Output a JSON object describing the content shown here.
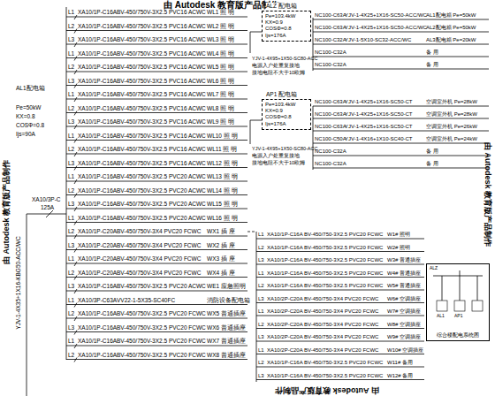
{
  "diagram": {
    "nodes": [
      {
        "text": [
          "ALZ 配电箱",
          "Pe=103.4kW KX=0.9 COSΦ=0.8 Ijs=176A"
        ]
      },
      {
        "text": [
          "AP1 配电箱",
          "Pe=103.4kW KX=0.9 COSΦ=0.8 Ijs=176A"
        ]
      },
      {
        "text": [
          "综合楼配电系统图"
        ]
      }
    ],
    "labels": [
      "由 Autodesk 教育版产品制作",
      "由 Autodesk 教育版产品制作",
      "由 Autodesk 教育版产品制作",
      "由 Autodesk 教育版产品制作",
      "AL1配电箱",
      "Pe=50kW",
      "KX=0.8",
      "COSΦ=0.8",
      "Ijs=90A",
      "XA10/3P-C",
      "125A",
      "YJV-1-4X35+1X16-KBG50-ACC/WC",
      "L1",
      "XA10/1P-C16A",
      "BV-450/750V-3X2.5 PVC16 ACWC",
      "WL1 照 明",
      "L2",
      "XA10/1P-C16A",
      "BV-450/750V-3X2.5 PVC16 ACWC",
      "WL2 照 明",
      "L3",
      "XA10/1P-C16A",
      "BV-450/750V-3X2.5 PVC16 ACWC",
      "WL3 照 明",
      "L1",
      "XA10/1P-C16A",
      "BV-450/750V-3X2.5 PVC16 ACWC",
      "WL4 照 明",
      "L2",
      "XA10/1P-C16A",
      "BV-450/750V-3X2.5 PVC16 ACWC",
      "WL5 照 明",
      "L3",
      "XA10/1P-C16A",
      "BV-450/750V-3X2.5 PVC16 ACWC",
      "WL6 照 明",
      "L1",
      "XA10/1P-C16A",
      "BV-450/750V-3X2.5 PVC16 ACWC",
      "WL7 照 明",
      "L2",
      "XA10/1P-C16A",
      "BV-450/750V-3X2.5 PVC16 ACWC",
      "WL8 照 明",
      "L3",
      "XA10/1P-C16A",
      "BV-450/750V-3X2.5 PVC16 ACWC",
      "WL9 照 明",
      "L1",
      "XA10/1P-C16A",
      "BV-450/750V-3X2.5 PVC16 ACWC",
      "WL10 照 明",
      "L2",
      "XA10/1P-C16A",
      "BV-450/750V-3X2.5 PVC16 ACWC",
      "WL11 照 明",
      "L3",
      "XA10/1P-C16A",
      "BV-450/750V-3X2.5 PVC16 ACWC",
      "WL12 照 明",
      "L1",
      "XA10/1P-C16A",
      "BV-450/750V-3X2.5 PVC20 ACWC",
      "WL13 照 明",
      "L2",
      "XA10/1P-C16A",
      "BV-450/750V-3X2.5 PVC20 ACWC",
      "WL14 照 明",
      "L3",
      "XA10/1P-C16A",
      "BV-450/750V-3X2.5 PVC20 ACWC",
      "WL15 照 明",
      "L1",
      "XA10/1P-C16A",
      "BV-450/750V-3X2.5 PVC20 ACWC",
      "WL16 照 明",
      "L2",
      "XA10/1P-C20A",
      "BV-450/750V-3X4 PVC20 FCWC",
      "WX1 插 座",
      "L3",
      "XA10/1P-C20A",
      "BV-450/750V-3X4 PVC20 FCWC",
      "WX2 插 座",
      "L1",
      "XA10/1P-C20A",
      "BV-450/750V-3X4 PVC20 FCWC",
      "WX3 插 座",
      "L2",
      "XA10/1P-C20A",
      "BV-450/750V-3X4 PVC20 FCWC",
      "WX4 插 座",
      "L3",
      "XA10/1P-C16A",
      "BV-450/750V-3X2.5 PVC20 ACWC",
      "WE1 应急照明",
      "L1",
      "XA10/3P-C63A",
      "VV22-1-5X35-SC40FC",
      "消防设备配电箱",
      "L2",
      "XA10/1P-C16A",
      "BV-450/750V-3X2.5 PVC20 FCWC",
      "WX5 普通插座",
      "L3",
      "XA10/1P-C16A",
      "BV-450/750V-3X2.5 PVC20 FCWC",
      "WX6 普通插座",
      "L1",
      "XA10/1P-C16A",
      "BV-450/750V-3X2.5 PVC20 FCWC",
      "WX7 普通插座",
      "L2",
      "XA10/1P-C16A",
      "BV-450/750V-3X2.5 PVC20 FCWC",
      "WX8 普通插座",
      "L1",
      "XA10/1P-C16A",
      "BV-450/750-3X2.5 PVC20 FCWC",
      "W1# 照明",
      "L2",
      "XA10/1P-C16A",
      "BV-450/750-3X2.5 PVC20 FCWC",
      "W2# 照明",
      "L3",
      "XA10/1P-C16A",
      "BV-450/750-3X2.5 PVC20 FCWC",
      "W3# 普通插座",
      "L1",
      "XA10/1P-C16A",
      "BV-450/750-3X2.5 PVC20 FCWC",
      "W4# 普通插座",
      "L2",
      "XA10/1P-C16A",
      "BV-450/750-3X2.5 PVC20 FCWC",
      "W5# 普通插座",
      "L3",
      "XA10/2P-C20A",
      "BV-450/750-3X4 PVC20 FCWC",
      "W6# 空调插座",
      "L1",
      "XA10/2P-C20A",
      "BV-450/750-3X4 PVC20 FCWC",
      "W7# 空调插座",
      "L2",
      "XA10/2P-C20A",
      "BV-450/750-3X4 PVC20 FCWC",
      "W8# 空调插座",
      "L3",
      "XA10/2P-C20A",
      "BV-450/750-3X4 PVC20 FCWC",
      "W9# 空调插座",
      "L1",
      "XA10/2P-C20A",
      "BV-450/750-3X4 PVC20 FCWC",
      "W10# 空调插座",
      "L2",
      "XA10/1P-C16A",
      "BV-450/750-3X2.5 PVC20 FCWC",
      "W11# 备用",
      "L3",
      "XA10/1P-C16A",
      "BV-450/750-3X2.5 PVC20 FCWC",
      "W12# 备用",
      "NC100-C63A",
      "YJV-1-4X25+1X16-SC50-ACC/WC",
      "AL1配电箱 Pe=50kW",
      "NC100-C63A",
      "YJV-1-4X25+1X16-SC50-ACC/WC",
      "AL2配电箱 Pe=50kW",
      "NC100-C32A",
      "YJV-1-5X10-SC32-ACC/WC",
      "AL3配电箱 Pe=20kW",
      "NC100-C32A",
      "",
      "备 用",
      "NC100-C32A",
      "",
      "备 用",
      "YJV-1-4X95+1X50-SC80-ACC",
      "电源入户处重复接地",
      "接地电阻不大于10欧姆",
      "NC100-C63A",
      "YJV-1-4X25+1X16-SC50-CT",
      "空调室外机 Pe=28kW",
      "NC100-C63A",
      "YJV-1-4X25+1X16-SC50-CT",
      "空调室外机 Pe=28kW",
      "NC100-C63A",
      "YJV-1-4X25+1X16-SC50-CT",
      "空调室外机 Pe=26kW",
      "NC100-C50A",
      "YJV-1-4X16+1X10-SC40-CT",
      "空调室外机 Pe=24kW",
      "NC100-C32A",
      "",
      "备 用",
      "NC100-C32A",
      "",
      "备 用",
      "YJV-1-4X95+1X50-SC80-ACC",
      "电源入户处重复接地",
      "接地电阻不大于10欧姆",
      "ALZ",
      "AL1",
      "AP1"
    ]
  }
}
